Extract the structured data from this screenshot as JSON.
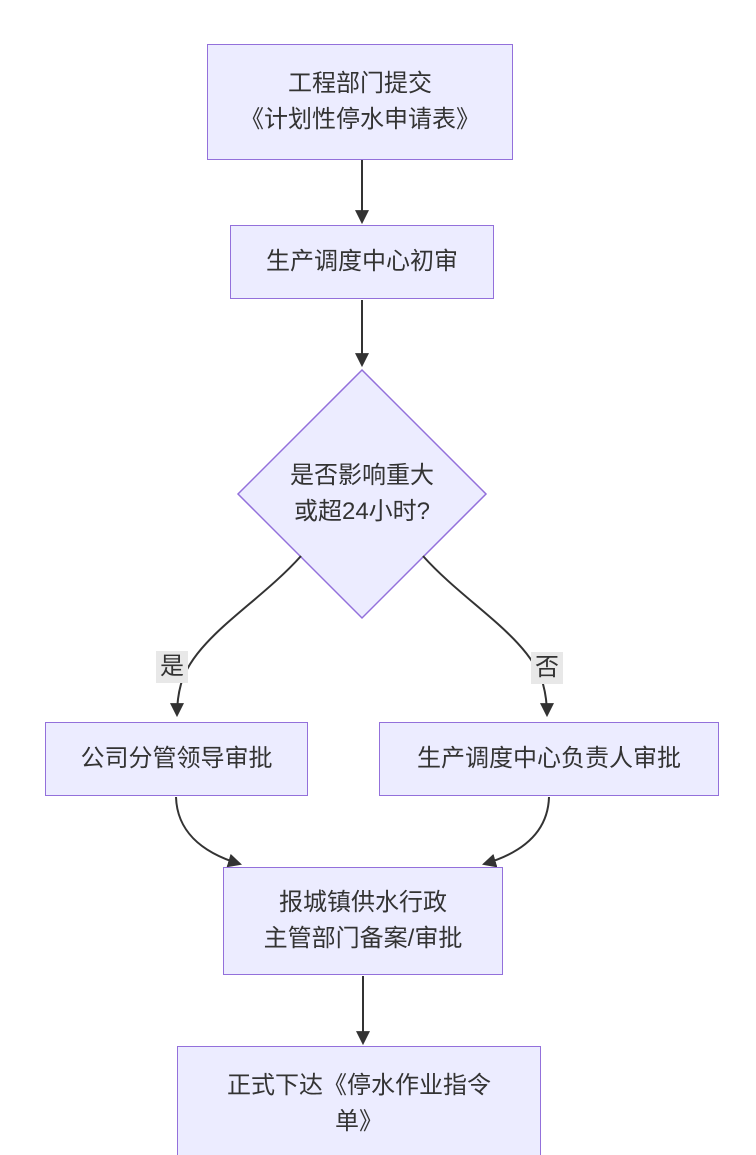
{
  "flowchart": {
    "nodes": {
      "submit": {
        "line1": "工程部门提交",
        "line2": "《计划性停水申请表》"
      },
      "initial_review": {
        "line1": "生产调度中心初审"
      },
      "decision": {
        "line1": "是否影响重大",
        "line2": "或超24小时?"
      },
      "leader_approval": {
        "line1": "公司分管领导审批"
      },
      "center_head_approval": {
        "line1": "生产调度中心负责人审批"
      },
      "gov_filing": {
        "line1": "报城镇供水行政",
        "line2": "主管部门备案/审批"
      },
      "issue_order": {
        "line1": "正式下达《停水作业指令",
        "line2": "单》"
      }
    },
    "edge_labels": {
      "yes": "是",
      "no": "否"
    },
    "colors": {
      "node_fill": "#ECECFF",
      "node_border": "#9370DB",
      "text": "#333333",
      "edge_line": "#333333",
      "edge_label_bg": "#e8e8e8",
      "background": "#ffffff"
    }
  }
}
